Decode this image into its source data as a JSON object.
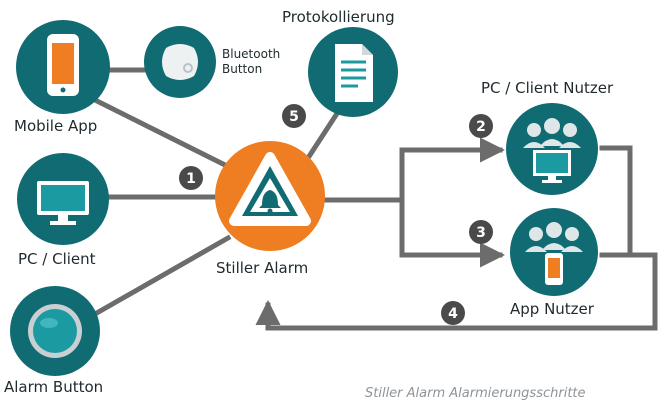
{
  "nodes": {
    "mobile_app": "Mobile App",
    "bluetooth_button": [
      "Bluetooth",
      "Button"
    ],
    "protokollierung": "Protokollierung",
    "pc_client_nutzer": "PC / Client Nutzer",
    "pc_client": "PC / Client",
    "stiller_alarm": "Stiller Alarm",
    "app_nutzer": "App Nutzer",
    "alarm_button": "Alarm Button"
  },
  "steps": {
    "step1": "1",
    "step2": "2",
    "step3": "3",
    "step4": "4",
    "step5": "5"
  },
  "caption": "Stiller Alarm Alarmierungsschritte",
  "colors": {
    "teal": "#116b72",
    "teal_light": "#1c9aa2",
    "orange": "#ef7d22",
    "line": "#6c6c6c",
    "badge": "#4a4a4a"
  }
}
